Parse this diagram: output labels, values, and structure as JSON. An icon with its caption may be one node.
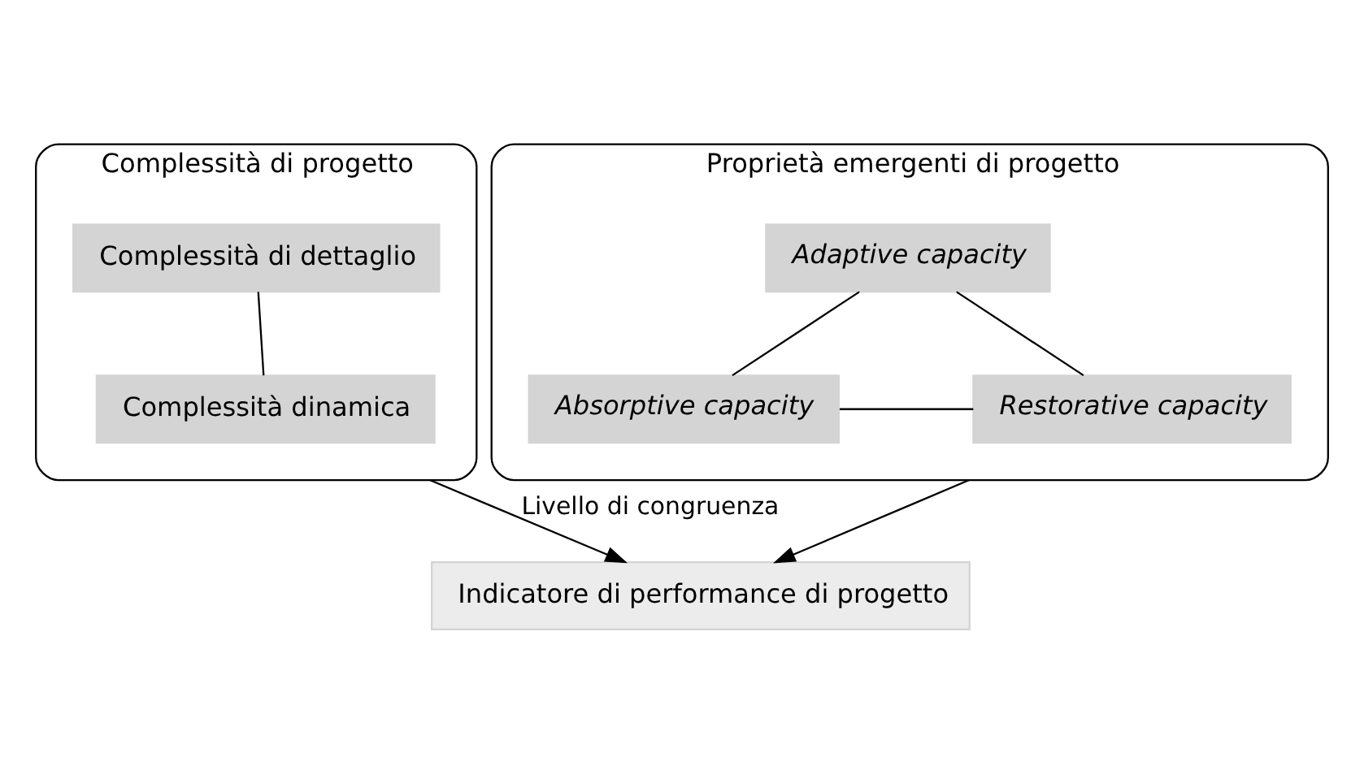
{
  "diagram": {
    "nodes": [
      {
        "text": [
          "Complessità di progetto"
        ]
      },
      {
        "text": [
          "Complessità di dettaglio"
        ],
        "in": 0
      },
      {
        "text": [
          "Complessità dinamica"
        ],
        "in": 0
      },
      {
        "text": [
          "Proprietà emergenti di progetto"
        ]
      },
      {
        "text": [
          "Adaptive capacity"
        ],
        "in": 3
      },
      {
        "text": [
          "Absorptive capacity"
        ],
        "in": 3
      },
      {
        "text": [
          "Restorative capacity"
        ],
        "in": 3
      },
      {
        "text": [
          "Indicatore di performance di progetto"
        ]
      }
    ],
    "edges": [
      {
        "from": 1,
        "to": 2,
        "arrow": "none"
      },
      {
        "from": 4,
        "to": 5,
        "arrow": "none"
      },
      {
        "from": 4,
        "to": 6,
        "arrow": "none"
      },
      {
        "from": 5,
        "to": 6,
        "arrow": "none"
      },
      {
        "from": 0,
        "to": 7,
        "arrow": "to",
        "label": "Livello di congruenza"
      },
      {
        "from": 3,
        "to": 7,
        "arrow": "to"
      }
    ]
  }
}
